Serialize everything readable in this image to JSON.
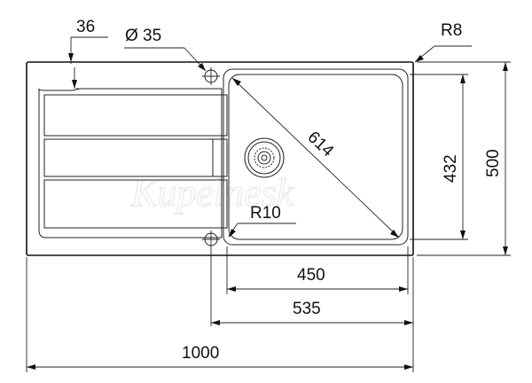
{
  "dimensions": {
    "drainer_width": "36",
    "tap_hole": "Ø 35",
    "outer_radius": "R8",
    "diagonal": "614",
    "bowl_depth": "432",
    "overall_depth": "500",
    "inner_radius": "R10",
    "bowl_width": "450",
    "bowl_with_rim": "535",
    "overall_width": "1000"
  },
  "watermark": "Kupelnesk"
}
